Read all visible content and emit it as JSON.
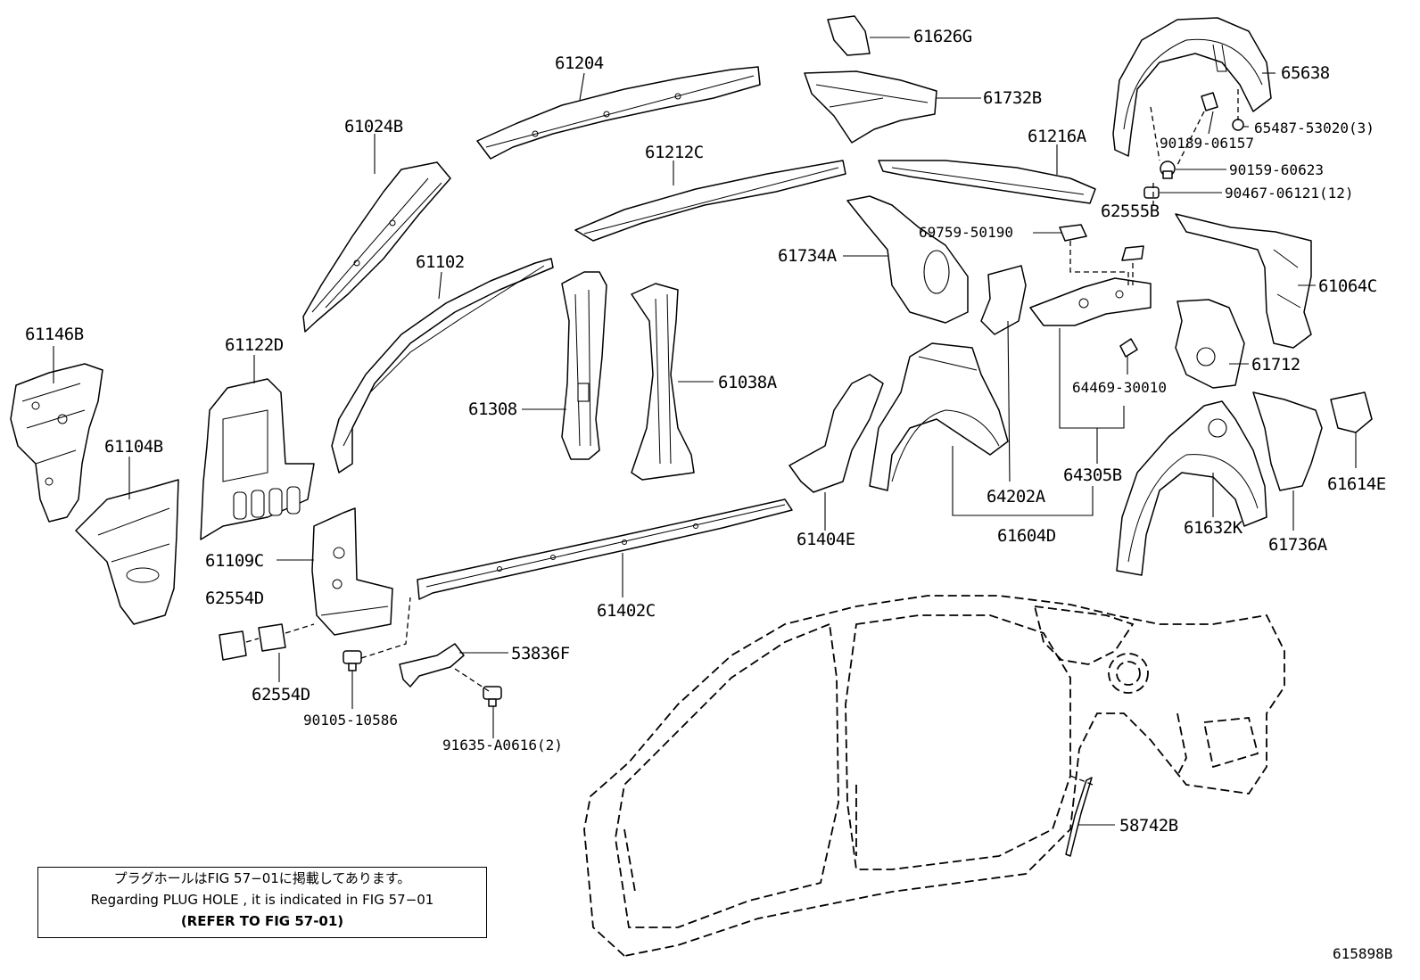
{
  "labels": {
    "p61626G": "61626G",
    "p61204": "61204",
    "p61732B": "61732B",
    "p65638": "65638",
    "p61024B": "61024B",
    "p61212C": "61212C",
    "p61216A": "61216A",
    "p90189_06157": "90189-06157",
    "p65487_53020": "65487-53020(3)",
    "p90159_60623": "90159-60623",
    "p90467_06121": "90467-06121(12)",
    "p62555B": "62555B",
    "p69759_50190": "69759-50190",
    "p61734A": "61734A",
    "p61102": "61102",
    "p61064C": "61064C",
    "p61146B": "61146B",
    "p61122D": "61122D",
    "p61712": "61712",
    "p61038A": "61038A",
    "p64469_30010": "64469-30010",
    "p61308": "61308",
    "p61104B": "61104B",
    "p64305B": "64305B",
    "p61614E": "61614E",
    "p64202A": "64202A",
    "p61404E": "61404E",
    "p61604D": "61604D",
    "p61632K": "61632K",
    "p61736A": "61736A",
    "p61109C": "61109C",
    "p62554D_a": "62554D",
    "p61402C": "61402C",
    "p53836F": "53836F",
    "p62554D_b": "62554D",
    "p90105_10586": "90105-10586",
    "p91635_A0616": "91635-A0616(2)",
    "p58742B": "58742B",
    "figure_code": "615898B"
  },
  "note": {
    "japanese": "プラグホールはFIG 57−01に掲載してあります。",
    "english": "Regarding PLUG HOLE , it is indicated in FIG 57−01",
    "refer": "(REFER TO FIG 57-01)"
  }
}
